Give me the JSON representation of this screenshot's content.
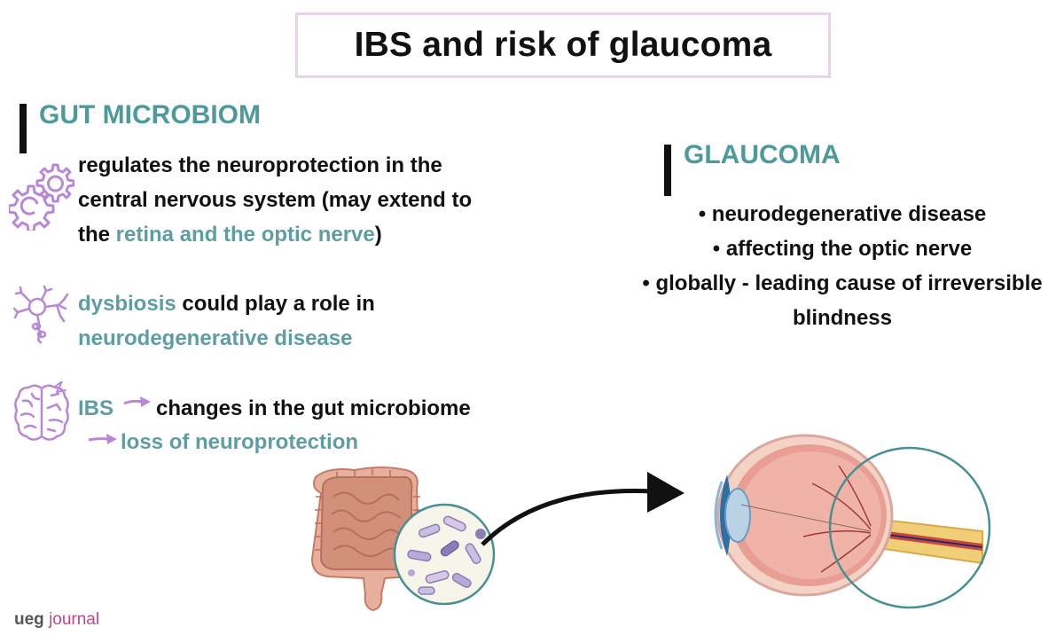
{
  "title": "IBS and risk of glaucoma",
  "left": {
    "heading": "GUT MICROBIOM",
    "item1": {
      "line1": "regulates the neuroprotection in the",
      "line2": "central nervous system (may extend to",
      "line3_prefix": "the ",
      "line3_highlight": "retina and the optic nerve",
      "line3_suffix": ")"
    },
    "item2": {
      "highlight1": "dysbiosis",
      "text1": " could play a role in",
      "highlight2": "neurodegenerative disease"
    },
    "item3": {
      "highlight1": "IBS",
      "text1": "changes in the gut microbiome",
      "highlight2": "loss of neuroprotection"
    },
    "icons": [
      "gears-icon",
      "neuron-icon",
      "brain-icon"
    ]
  },
  "right": {
    "heading": "GLAUCOMA",
    "bullets": [
      "• neurodegenerative disease",
      "• affecting the optic nerve",
      "• globally - leading cause of irreversible",
      "blindness"
    ]
  },
  "illustrations": [
    "intestine-illustration",
    "microbiome-magnifier",
    "curved-arrow",
    "eye-cross-section"
  ],
  "logo": {
    "ueg": "ueg",
    "journal": "journal"
  },
  "colors": {
    "teal": "#5e9ea3",
    "heading_teal": "#4e9a9a",
    "purple": "#b888d6",
    "title_border": "#e6d5ea"
  }
}
